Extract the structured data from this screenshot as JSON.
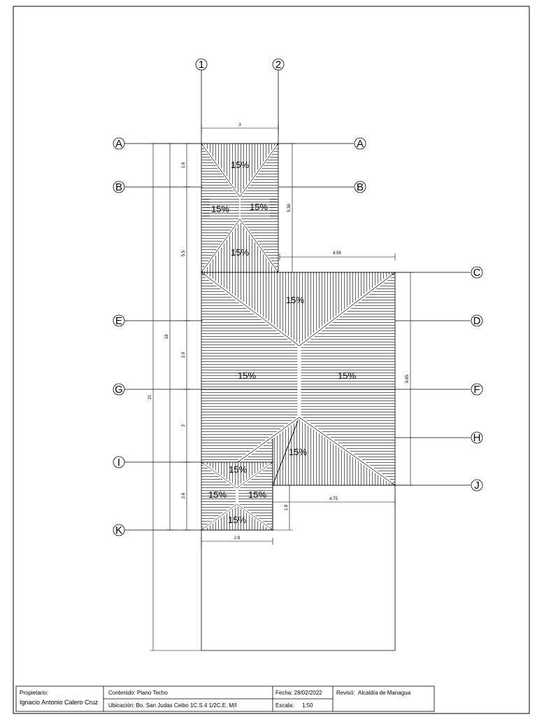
{
  "grid_axes": {
    "columns": [
      "1",
      "2"
    ],
    "rows_left": [
      "A",
      "B",
      "E",
      "G",
      "I",
      "K"
    ],
    "rows_right": [
      "A",
      "B",
      "C",
      "D",
      "F",
      "H",
      "J"
    ]
  },
  "slopes": {
    "s1": "15%",
    "s2": "15%",
    "s3": "15%",
    "s4": "15%",
    "s5": "15%",
    "s6": "15%",
    "s7": "15%",
    "s8": "15%",
    "s9": "15%",
    "s10": "15%",
    "s11": "15%",
    "s12": "15%"
  },
  "dimensions": {
    "top_width": "3",
    "overall_height": "21",
    "middle_height": "18",
    "seg_1": "1.8",
    "seg_2": "5.5",
    "seg_3": "2.9",
    "seg_4": "3",
    "seg_5": "2.8",
    "right_upper": "5.36",
    "right_width_upper": "4.56",
    "right_height": "8.85",
    "right_width_lower": "4.75",
    "small_right": "1.8",
    "bottom_width": "2.8"
  },
  "title_block": {
    "owner_label": "Propietario:",
    "owner_name": "Ignacio Antonio Calero Cruz",
    "content": "Contenido: Plano Techo",
    "location": "Ubicación: Bo. San Judas Ceibo 1C.S 4 1/2C.E. M/I",
    "date": "Fecha: 28/02/2022",
    "scale_label": "Escala:",
    "scale_value": "1:50",
    "reviewed_label": "Revisó:",
    "reviewed_value": "Alcaldía de Managua"
  }
}
